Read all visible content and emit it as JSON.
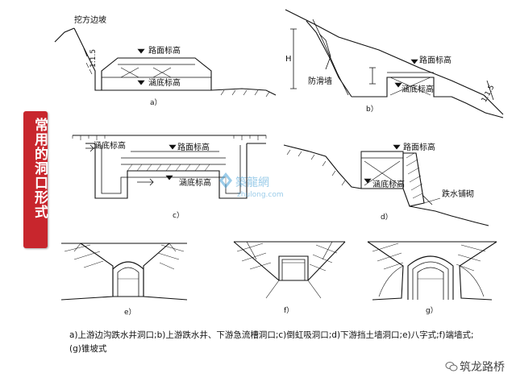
{
  "side_tab": {
    "title": "常用的洞口形式"
  },
  "panels": {
    "a": {
      "caption": "a）",
      "label_slope": "挖方边坡",
      "label_ratio": "1:1.5",
      "label_road": "路面标高",
      "label_culvert": "涵底标高"
    },
    "b": {
      "caption": "b）",
      "label_height": "H",
      "label_wall": "防滑墙",
      "label_road": "路面标高",
      "label_culvert": "涵底标高",
      "label_ratio": "1:1.5"
    },
    "c": {
      "caption": "c）",
      "label_inlet": "涵底标高",
      "label_road": "路面标高",
      "label_culvert": "涵底标高"
    },
    "d": {
      "caption": "d）",
      "label_road": "路面标高",
      "label_culvert": "涵底标高",
      "label_paving": "跌水铺砌"
    },
    "e": {
      "caption": "e）"
    },
    "f": {
      "caption": "f）"
    },
    "g": {
      "caption": "g）"
    }
  },
  "watermark": {
    "name": "築龍網",
    "url": "zhulong.com"
  },
  "caption": {
    "line1": "a)上游边沟跌水井洞口;b)上游跌水井、下游急流槽洞口;c)倒虹吸洞口;d)下游挡土墙洞口;e)八字式;f)端墙式;",
    "line2": "(g)锥坡式"
  },
  "brand": {
    "name": "筑龙路桥"
  },
  "colors": {
    "tab_red": "#c8262d",
    "ink": "#111111",
    "watermark": "#4aa3d8"
  }
}
